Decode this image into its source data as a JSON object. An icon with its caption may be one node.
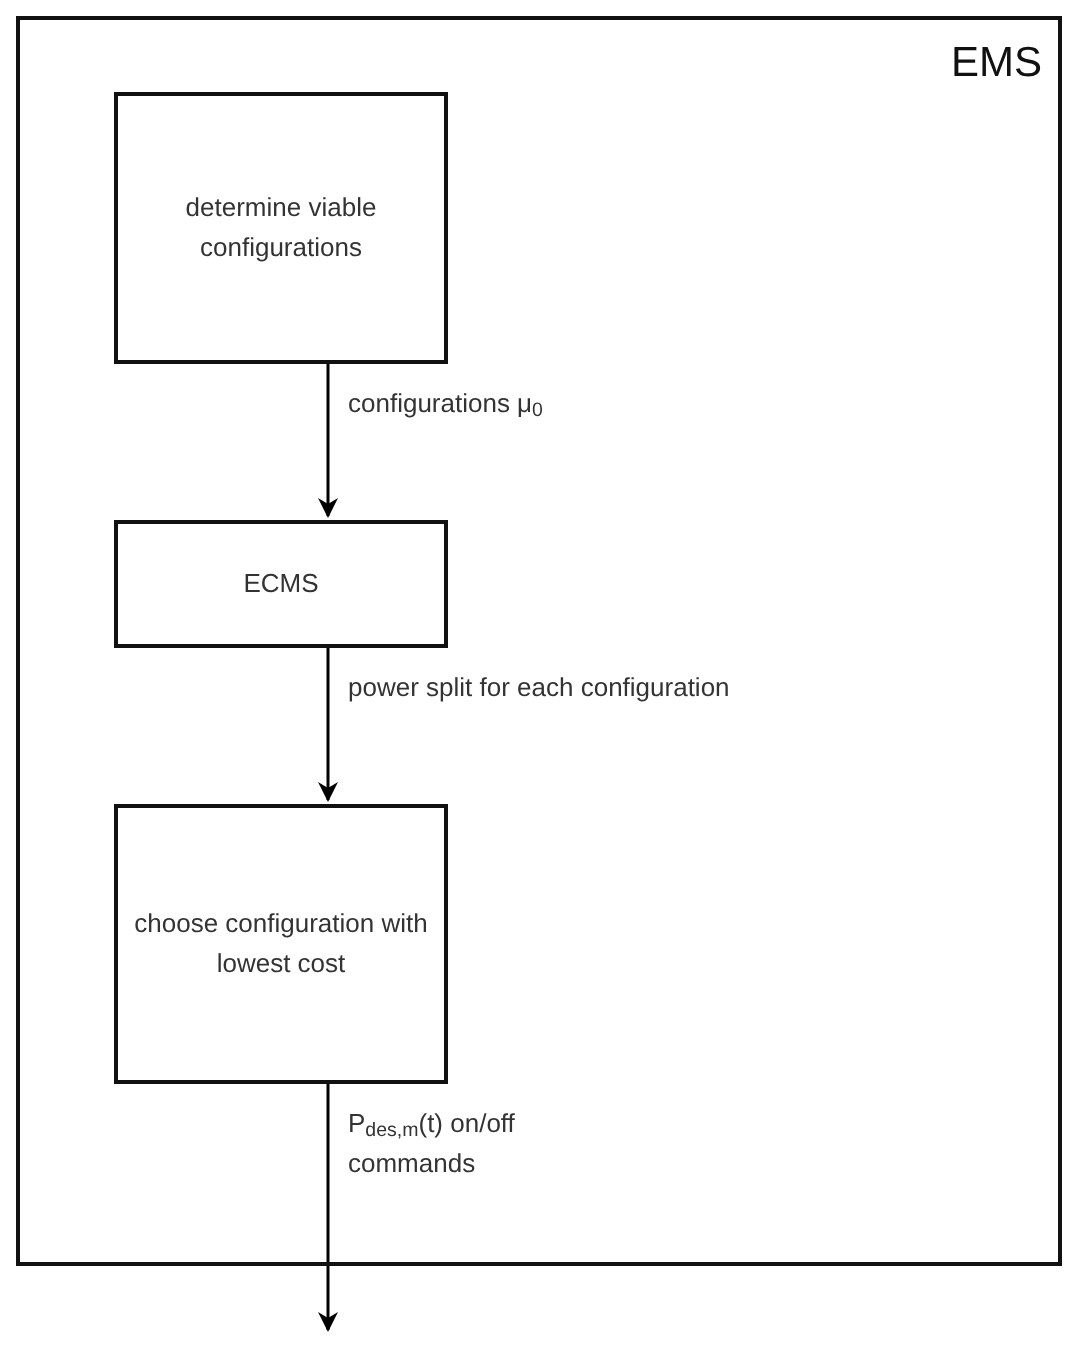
{
  "diagram": {
    "nodes": [
      {
        "text": [
          "EMS"
        ]
      },
      {
        "text": [
          "determine viable configurations"
        ],
        "in": 0
      },
      {
        "text": [
          "ECMS"
        ],
        "in": 0
      },
      {
        "text": [
          "choose configuration with lowest cost"
        ],
        "in": 0
      }
    ],
    "edges": [
      {
        "from": 1,
        "to": 2,
        "arrow": "to",
        "label": "configurations μ$_{0}$"
      },
      {
        "from": 2,
        "to": 3,
        "arrow": "to",
        "label": "power split for each configuration"
      },
      {
        "from": 3,
        "to": null,
        "arrow": "to",
        "label": "P$_{des,m}$(t) on/off commands"
      }
    ]
  }
}
